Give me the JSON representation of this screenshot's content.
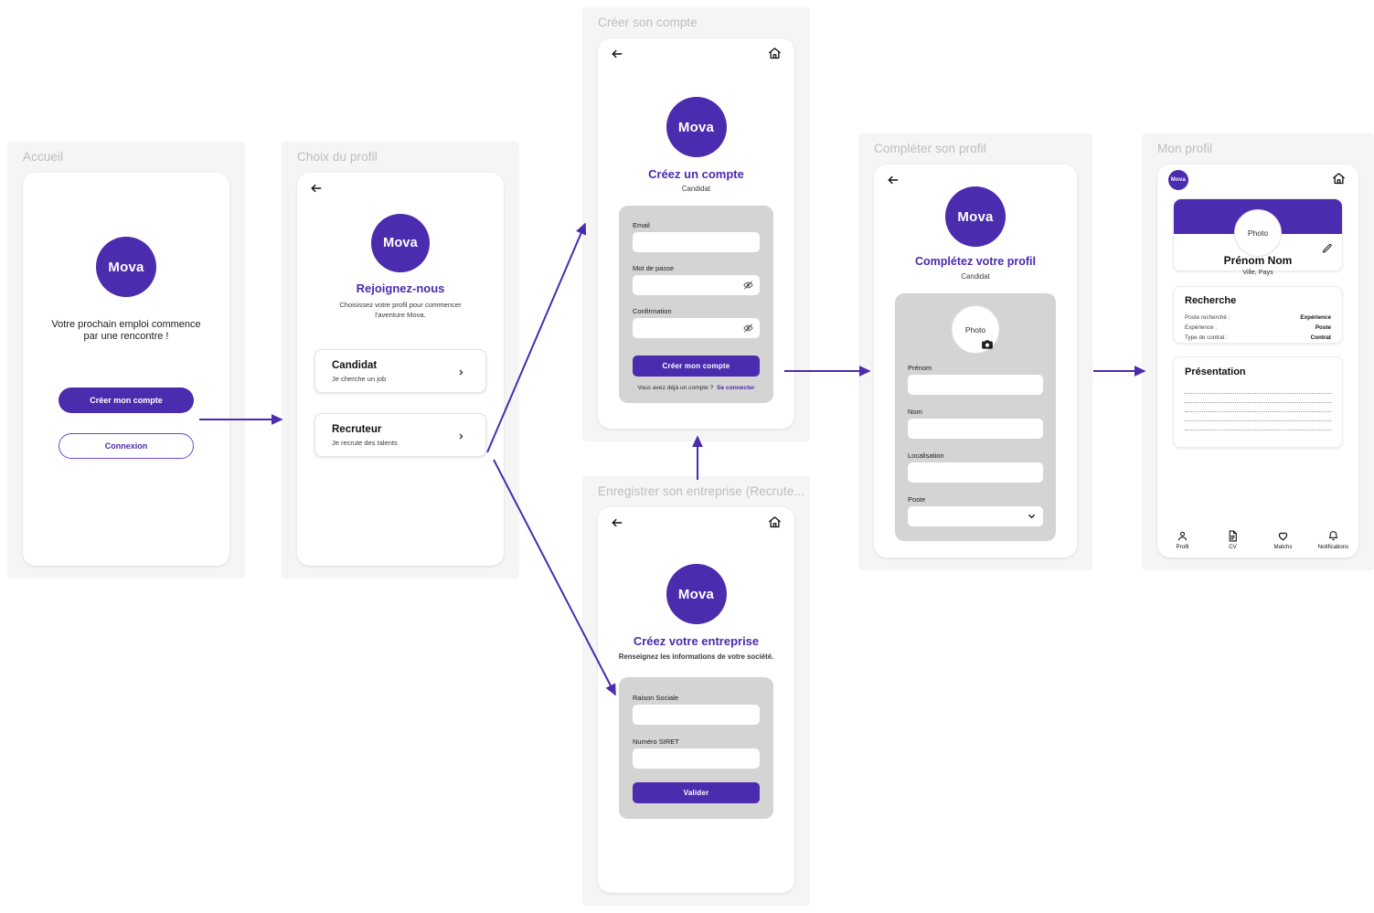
{
  "brand": {
    "name": "Mova",
    "purple": "#4B2BAE",
    "panel_grey": "#d4d4d4",
    "frame_grey": "#f5f5f5"
  },
  "screens": [
    {
      "id": "accueil",
      "title": "Accueil",
      "tagline_line1": "Votre prochain emploi commence",
      "tagline_line2": "par une rencontre !",
      "logo": "Mova",
      "primary_button": "Créer mon compte",
      "secondary_button": "Connexion"
    },
    {
      "id": "choix-du-profil",
      "title": "Choix du profil",
      "logo": "Mova",
      "heading": "Rejoignez-nous",
      "sub_line1": "Choisissez votre profil pour commencer",
      "sub_line2": "l'aventure Mova.",
      "options": [
        {
          "label": "Candidat",
          "sub": "Je cherche un job"
        },
        {
          "label": "Recruteur",
          "sub": "Je recrute des talents"
        }
      ]
    },
    {
      "id": "creer-son-compte",
      "title": "Créer son compte",
      "logo": "Mova",
      "heading": "Créez un compte",
      "sub": "Candidat",
      "fields": [
        {
          "label": "Email",
          "value": "",
          "icon": "none"
        },
        {
          "label": "Mot de passe",
          "value": "",
          "icon": "eye-off-icon"
        },
        {
          "label": "Confirmation",
          "value": "",
          "icon": "eye-off-icon"
        }
      ],
      "submit": "Créer mon compte",
      "footer_text": "Vous avez déjà un compte ?",
      "footer_link": "Se connecter"
    },
    {
      "id": "enregistrer-son-entreprise",
      "title": "Enregistrer son entreprise (Recrute...",
      "logo": "Mova",
      "heading": "Créez votre entreprise",
      "sub": "Renseignez les informations de votre société.",
      "fields": [
        {
          "label": "Raison Sociale",
          "value": "",
          "icon": "none"
        },
        {
          "label": "Numéro SIRET",
          "value": "",
          "icon": "none"
        }
      ],
      "submit": "Valider"
    },
    {
      "id": "completer-son-profil",
      "title": "Compléter son profil",
      "logo": "Mova",
      "heading": "Complétez votre profil",
      "sub": "Candidat",
      "photo_label": "Photo",
      "fields": [
        {
          "label": "Prénom",
          "value": "",
          "icon": "none"
        },
        {
          "label": "Nom",
          "value": "",
          "icon": "none"
        },
        {
          "label": "Localisation",
          "value": "",
          "icon": "none"
        },
        {
          "label": "Poste",
          "value": "",
          "icon": "chevron-down-icon"
        }
      ]
    },
    {
      "id": "mon-profil",
      "title": "Mon profil",
      "logo_badge": "Mova",
      "photo_label": "Photo",
      "user_name": "Prénom Nom",
      "user_location": "Ville, Pays",
      "recherche": {
        "heading": "Recherche",
        "rows": [
          {
            "key": "Poste recherché :",
            "value": "Expérience"
          },
          {
            "key": "Expérience :",
            "value": "Poste"
          },
          {
            "key": "Type de contrat :",
            "value": "Contrat"
          }
        ]
      },
      "presentation": {
        "heading": "Présentation",
        "lines": 5
      },
      "tabs": [
        {
          "label": "Profil",
          "icon": "person-icon"
        },
        {
          "label": "CV",
          "icon": "document-icon"
        },
        {
          "label": "Matchs",
          "icon": "heart-icon"
        },
        {
          "label": "Notifications",
          "icon": "bell-icon"
        }
      ]
    }
  ],
  "connectors": [
    {
      "from": "accueil.primary_button",
      "to": "choix-du-profil"
    },
    {
      "from": "choix-du-profil.candidat",
      "to": "creer-son-compte"
    },
    {
      "from": "choix-du-profil.recruteur",
      "to": "enregistrer-son-entreprise"
    },
    {
      "from": "enregistrer-son-entreprise",
      "to": "creer-son-compte"
    },
    {
      "from": "creer-son-compte.submit",
      "to": "completer-son-profil"
    },
    {
      "from": "completer-son-profil",
      "to": "mon-profil"
    }
  ]
}
